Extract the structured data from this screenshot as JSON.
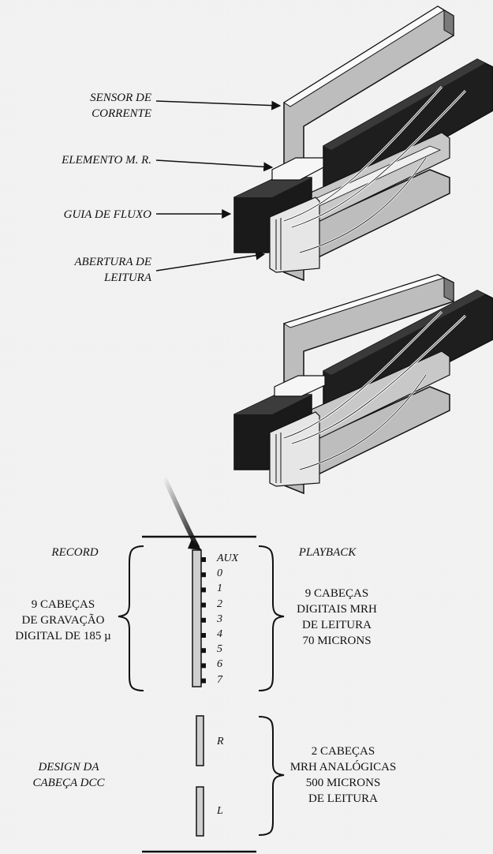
{
  "head_labels": {
    "sensor": [
      "SENSOR DE",
      "CORRENTE"
    ],
    "mr_element": [
      "ELEMENTO M. R."
    ],
    "flux_guide": [
      "GUIA DE FLUXO"
    ],
    "read_gap": [
      "ABERTURA DE",
      "LEITURA"
    ]
  },
  "record": {
    "title": "RECORD",
    "description": [
      "9 CABEÇAS",
      "DE GRAVAÇÃO",
      "DIGITAL DE 185 µ"
    ]
  },
  "playback": {
    "title": "PLAYBACK",
    "description": [
      "9 CABEÇAS",
      "DIGITAIS MRH",
      "DE LEITURA",
      "70 MICRONS"
    ]
  },
  "digital_tracks": [
    "AUX",
    "0",
    "1",
    "2",
    "3",
    "4",
    "5",
    "6",
    "7"
  ],
  "analog_tracks": [
    "R",
    "L"
  ],
  "analog": {
    "description": [
      "2 CABEÇAS",
      "MRH ANALÓGICAS",
      "500 MICRONS",
      "DE LEITURA"
    ]
  },
  "design": {
    "title": [
      "DESIGN DA",
      "CABEÇA DCC"
    ]
  }
}
